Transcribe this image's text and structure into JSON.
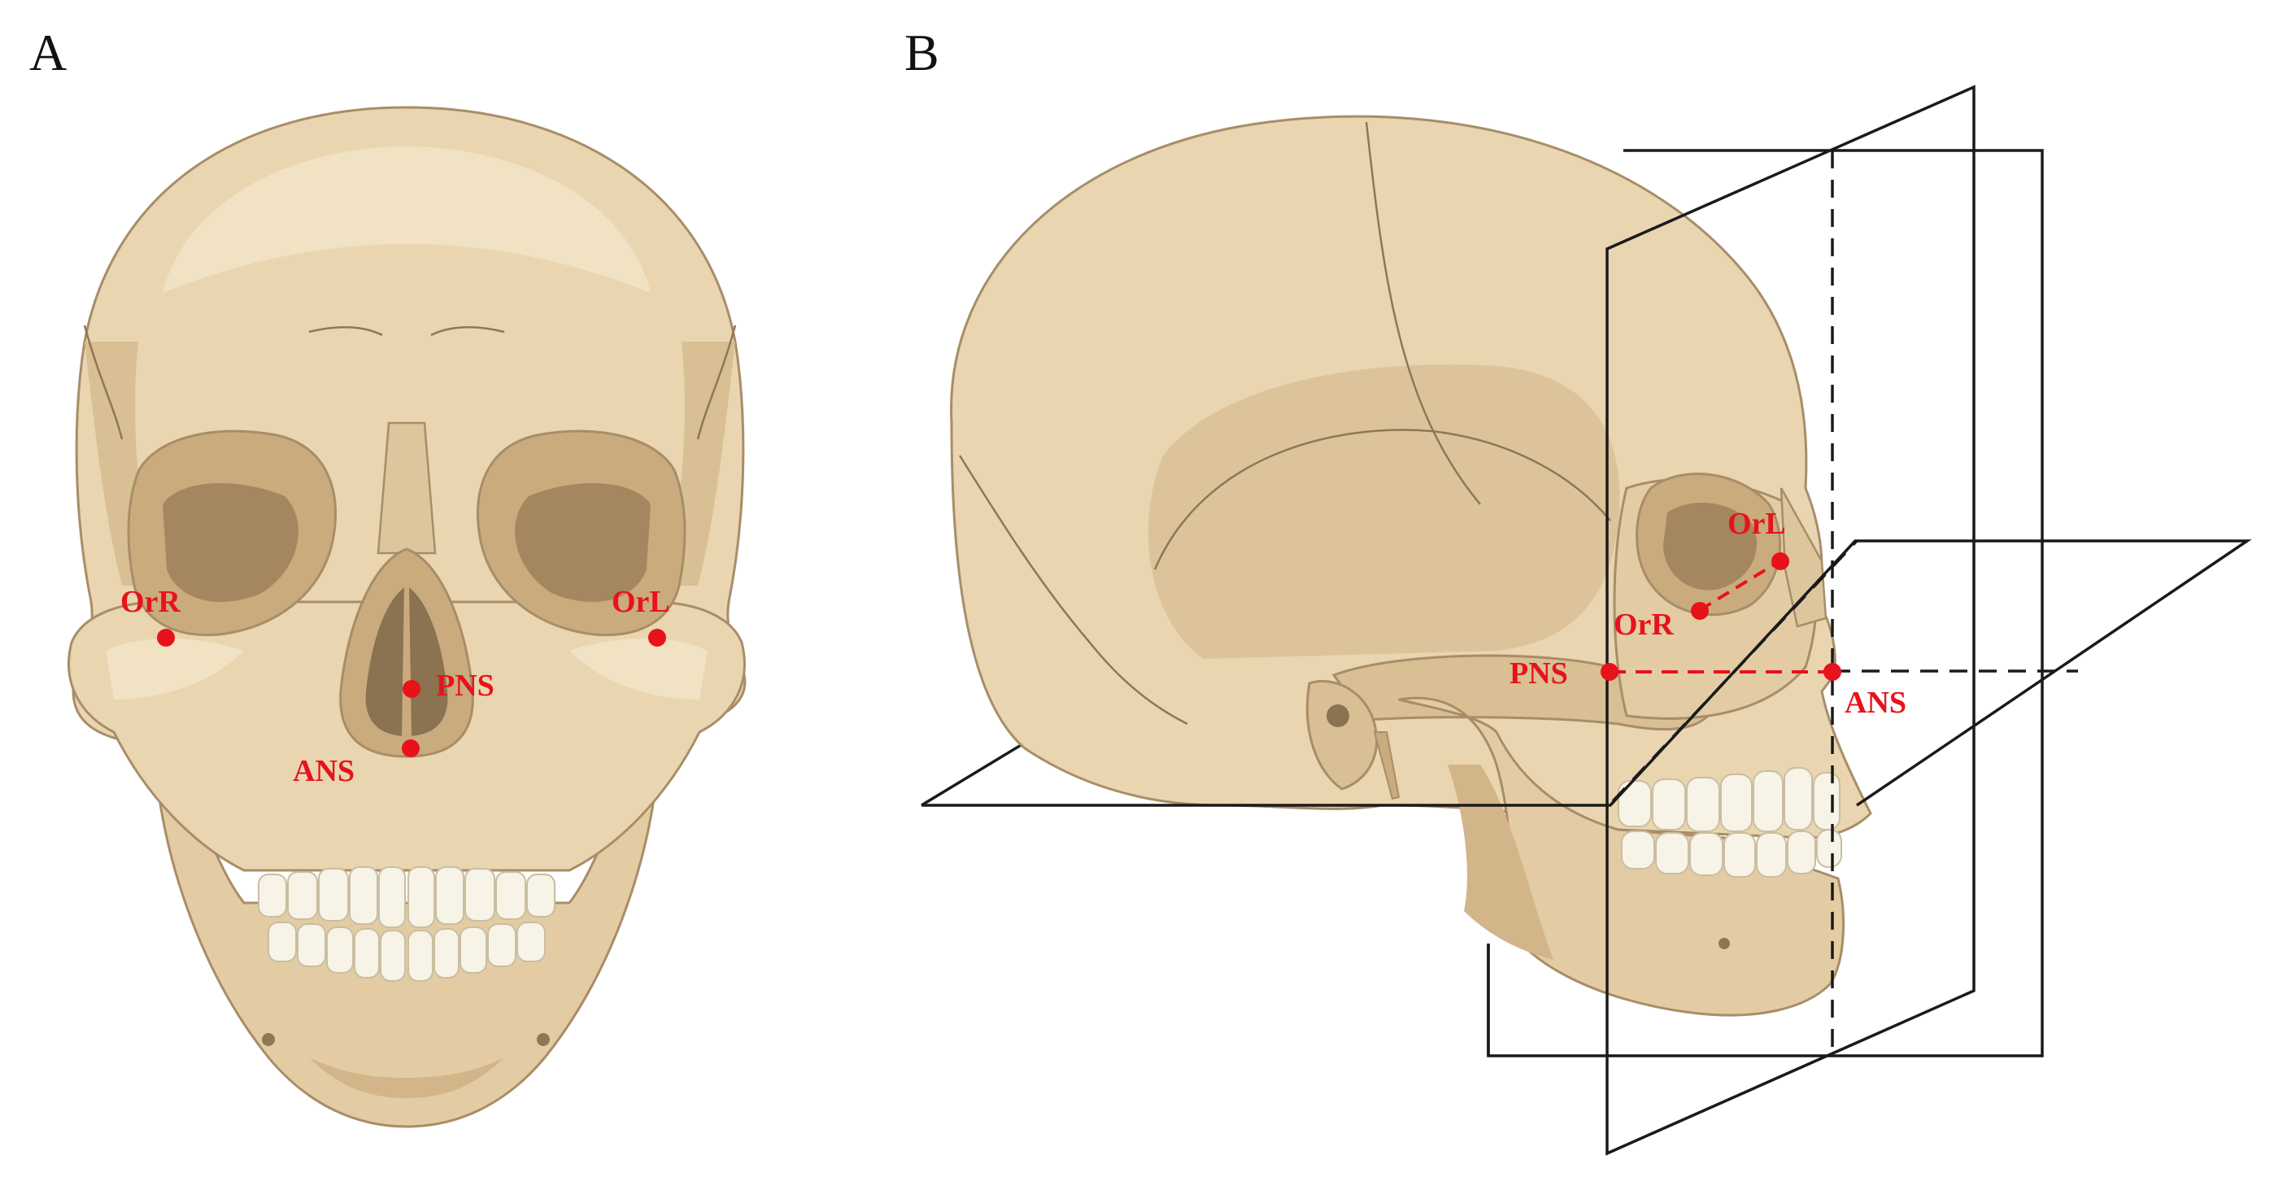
{
  "figure": {
    "panels": [
      {
        "letter": "A",
        "view": "frontal skull",
        "landmarks": {
          "orr": "OrR",
          "orl": "OrL",
          "pns": "PNS",
          "ans": "ANS"
        }
      },
      {
        "letter": "B",
        "view": "lateral skull with reference planes",
        "landmarks": {
          "orl": "OrL",
          "orr": "OrR",
          "pns": "PNS",
          "ans": "ANS"
        }
      }
    ],
    "colors": {
      "bone": "#e9d5b0",
      "bone_light": "#f1e2c3",
      "bone_shadow": "#d9bf94",
      "bone_dark": "#b59468",
      "cavity": "#a4875f",
      "teeth": "#f7f3e6",
      "landmark": "#e8121a",
      "plane_line": "#1a1a1a"
    }
  }
}
